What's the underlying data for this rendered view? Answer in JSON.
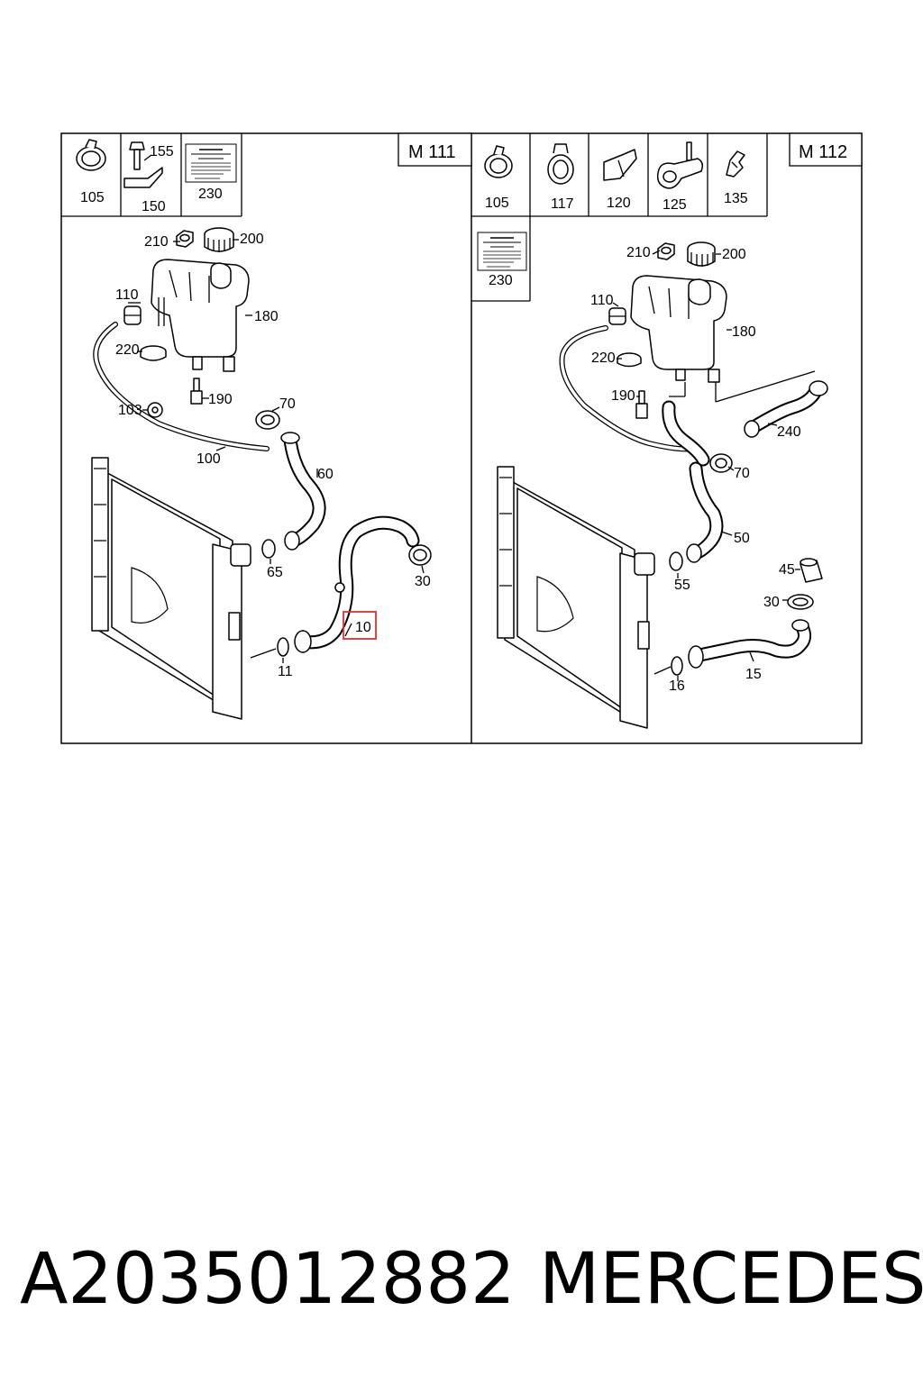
{
  "panels": {
    "left": {
      "engine_label": "M 111",
      "header_parts": [
        "105",
        "155",
        "150",
        "230"
      ],
      "callouts": {
        "p210": "210",
        "p200": "200",
        "p110": "110",
        "p180": "180",
        "p220": "220",
        "p190": "190",
        "p103": "103",
        "p70": "70",
        "p100": "100",
        "p60": "60",
        "p65": "65",
        "p30": "30",
        "p10": "10",
        "p11": "11"
      },
      "highlighted_part": "10"
    },
    "right": {
      "engine_label": "M 112",
      "header_parts": [
        "105",
        "117",
        "120",
        "125",
        "135",
        "230"
      ],
      "callouts": {
        "p210": "210",
        "p200": "200",
        "p110": "110",
        "p180": "180",
        "p220": "220",
        "p190": "190",
        "p240": "240",
        "p70": "70",
        "p50": "50",
        "p55": "55",
        "p45": "45",
        "p30": "30",
        "p15": "15",
        "p16": "16"
      }
    }
  },
  "caption": {
    "part_number": "A2035012882",
    "brand": "MERCEDES"
  },
  "colors": {
    "highlight": "#e03030",
    "line": "#000000"
  }
}
